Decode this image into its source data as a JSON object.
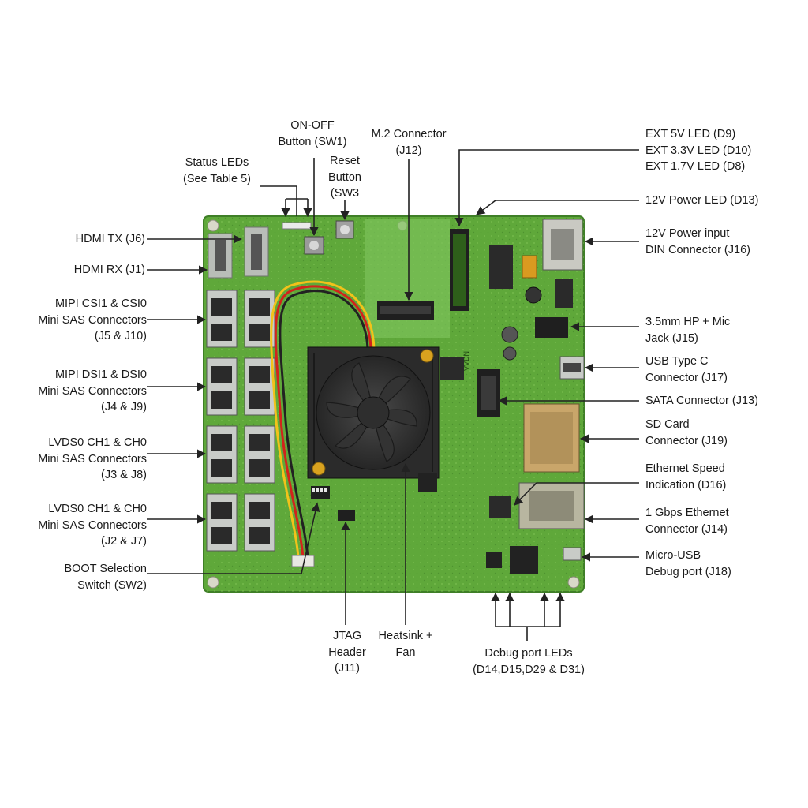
{
  "labels": {
    "status_leds": [
      "Status LEDs",
      "(See Table 5)"
    ],
    "on_off": [
      "ON-OFF",
      "Button (SW1)"
    ],
    "reset": [
      "Reset",
      "Button",
      "(SW3"
    ],
    "m2": [
      "M.2 Connector",
      "(J12)"
    ],
    "ext_leds": [
      "EXT 5V LED (D9)",
      "EXT 3.3V LED (D10)",
      "EXT 1.7V LED (D8)"
    ],
    "power_led": [
      "12V Power LED (D13)"
    ],
    "power_input": [
      "12V Power input",
      "DIN Connector (J16)"
    ],
    "hdmi_tx": [
      "HDMI TX (J6)"
    ],
    "hdmi_rx": [
      "HDMI RX (J1)"
    ],
    "mipi_csi": [
      "MIPI CSI1 & CSI0",
      "Mini SAS Connectors",
      "(J5 & J10)"
    ],
    "mipi_dsi": [
      "MIPI DSI1 & DSI0",
      "Mini SAS Connectors",
      "(J4 & J9)"
    ],
    "lvds_a": [
      "LVDS0 CH1 & CH0",
      "Mini SAS Connectors",
      "(J3 & J8)"
    ],
    "lvds_b": [
      "LVDS0 CH1 & CH0",
      "Mini SAS Connectors",
      "(J2 & J7)"
    ],
    "boot": [
      "BOOT Selection",
      "Switch (SW2)"
    ],
    "jtag": [
      "JTAG",
      "Header",
      "(J11)"
    ],
    "heatsink": [
      "Heatsink +",
      "Fan"
    ],
    "debug_leds": [
      "Debug port LEDs",
      "(D14,D15,D29 & D31)"
    ],
    "audio": [
      "3.5mm HP + Mic",
      "Jack (J15)"
    ],
    "usbc": [
      "USB Type C",
      "Connector (J17)"
    ],
    "sata": [
      "SATA Connector (J13)"
    ],
    "sd": [
      "SD Card",
      "Connector (J19)"
    ],
    "eth_speed": [
      "Ethernet Speed",
      "Indication (D16)"
    ],
    "eth": [
      "1 Gbps Ethernet",
      "Connector (J14)"
    ],
    "micro_usb": [
      "Micro-USB",
      "Debug port (J18)"
    ]
  },
  "board": {
    "pcb_text": "VVDN",
    "colors": {
      "pcb": "#5fa83a",
      "pcb_dark": "#3f7f27",
      "heatsink": "#2b2b2b",
      "fan": "#3a3a3a",
      "connector": "#c8cbc7",
      "header": "#1f1f1f",
      "wire_red": "#d2231c",
      "wire_yellow": "#f2c21a",
      "wire_black": "#222222",
      "ethernet": "#b8b6a0",
      "sd": "#c9a66a",
      "arrow": "#222222",
      "text": "#1a1a1a"
    }
  }
}
